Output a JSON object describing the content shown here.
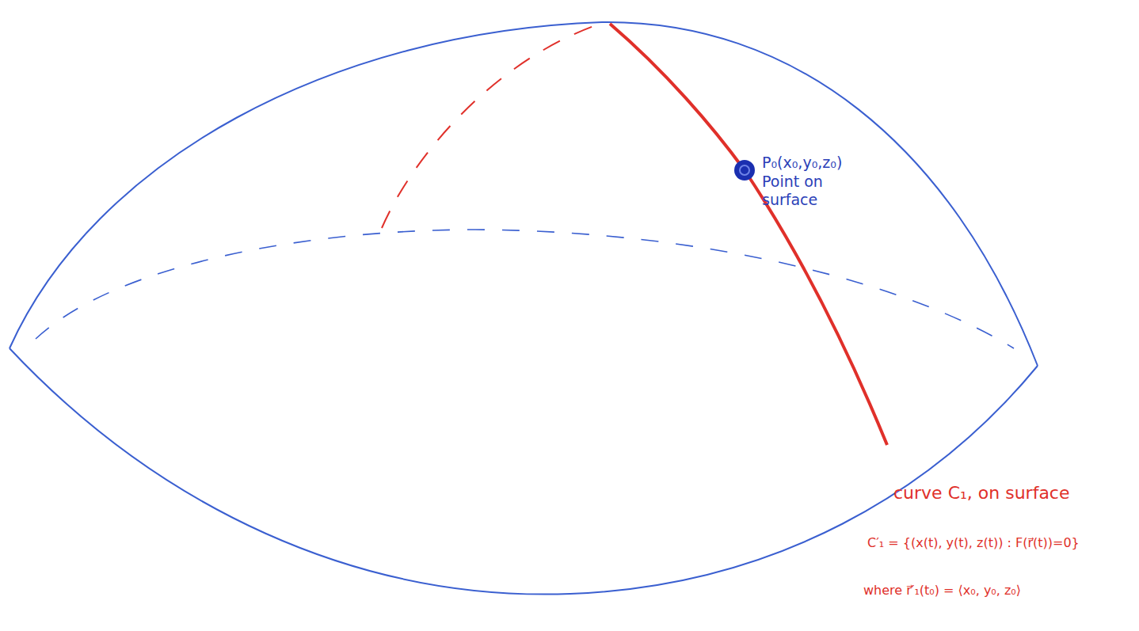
{
  "diagram": {
    "labels": [
      "P₀(x₀,y₀,z₀)",
      "Point on surface",
      "curve C₁, on surface",
      "C′₁ = {(x(t), y(t), z(t)) : F(r⃗(t))=0}",
      "where r⃗′₁(t₀) = ⟨x₀, y₀, z₀⟩"
    ]
  }
}
